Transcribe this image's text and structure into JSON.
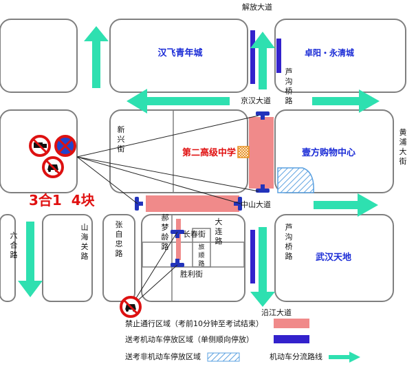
{
  "colors": {
    "road_outline": "#7f7f7f",
    "block_fill": "#ffffff",
    "arrow_green": "#2ee0b0",
    "forbidden_zone": "#f08a8a",
    "motor_parking": "#3322cc",
    "nonmotor_parking": "#5aa0e0",
    "label_blue": "#1a2bd6",
    "label_red": "#e01010",
    "dark_text": "#111111",
    "barrier": "#2233bb"
  },
  "map": {
    "blocks": {
      "hanfei": "汉飞青年城",
      "zhuoyang": "卓阳・永清城",
      "school": "第二高级中学",
      "yifang": "壹方购物中心",
      "wuhantian": "武汉天地"
    },
    "roads": {
      "jiefang": "解放大道",
      "jinghan": "京汉大道",
      "luogouqiao_n": "芦沟桥路",
      "luogouqiao_s": "芦沟桥路",
      "huangpu": "黄浦大街",
      "xinxing": "新兴街",
      "zhongshan": "中山大道",
      "luhe": "六合路",
      "shanhaiguan": "山海关路",
      "zhangzizhong": "张自忠路",
      "duma": "郝梦龄路",
      "changchun": "长春街",
      "dalian": "大连路",
      "lvshun": "旅顺路",
      "shengli": "胜利街",
      "yanjiang": "沿江大道"
    },
    "note_text": "3合1  4块",
    "signs": [
      "no-truck-icon",
      "no-stopping-icon",
      "no-car-icon"
    ]
  },
  "legend": {
    "forbidden": "禁止通行区域（考前10分钟至考试结束）",
    "motor_parking": "送考机动车停放区域（单侧顺向停放）",
    "nonmotor_parking": "送考非机动车停放区域",
    "diversion": "机动车分流路线"
  }
}
